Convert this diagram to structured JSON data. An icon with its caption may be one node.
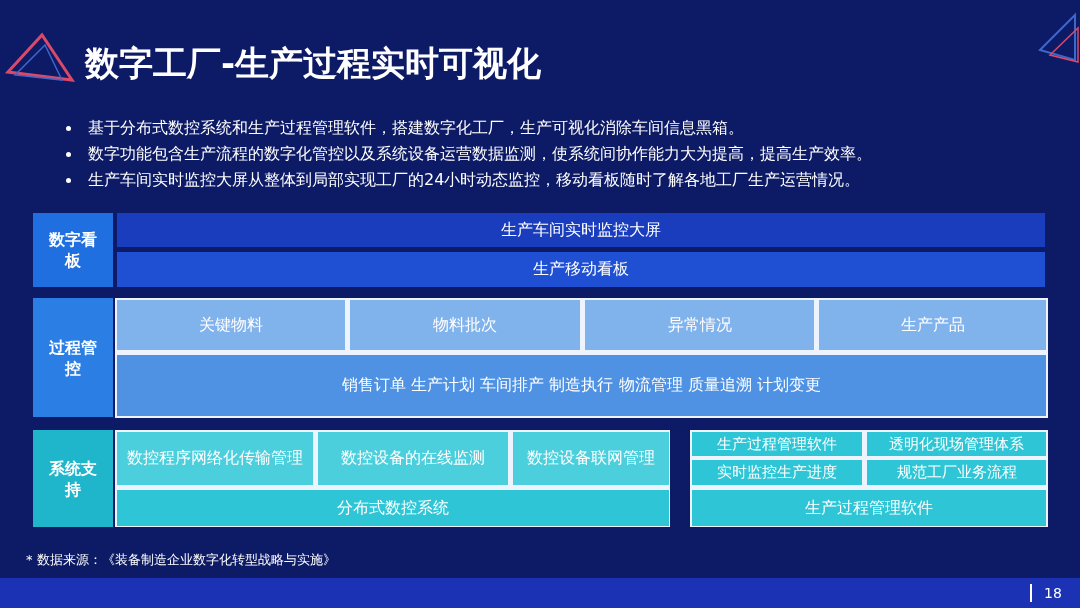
{
  "diagram": {
    "title": "数字工厂-生产过程实时可视化",
    "nodes": [
      {
        "text": [
          "数字看板"
        ]
      },
      {
        "text": [
          "生产车间实时监控大屏"
        ]
      },
      {
        "text": [
          "生产移动看板"
        ]
      },
      {
        "text": [
          "过程管控"
        ]
      },
      {
        "text": [
          "关键物料"
        ]
      },
      {
        "text": [
          "物料批次"
        ]
      },
      {
        "text": [
          "异常情况"
        ]
      },
      {
        "text": [
          "生产产品"
        ]
      },
      {
        "text": [
          "销售订单 生产计划 车间排产 制造执行 物流管理 质量追溯 计划变更"
        ]
      },
      {
        "text": [
          "系统支持"
        ]
      },
      {
        "text": [
          "数控程序网络化传输管理"
        ]
      },
      {
        "text": [
          "数控设备的在线监测"
        ]
      },
      {
        "text": [
          "数控设备联网管理"
        ]
      },
      {
        "text": [
          "分布式数控系统"
        ]
      },
      {
        "text": [
          "生产过程管理软件"
        ]
      },
      {
        "text": [
          "透明化现场管理体系"
        ]
      },
      {
        "text": [
          "实时监控生产进度"
        ]
      },
      {
        "text": [
          "规范工厂业务流程"
        ]
      },
      {
        "text": [
          "生产过程管理软件"
        ]
      }
    ],
    "edges": [],
    "labels": [
      "基于分布式数控系统和生产过程管理软件，搭建数字化工厂，生产可视化消除车间信息黑箱。",
      "数字功能包含生产流程的数字化管控以及系统设备运营数据监测，使系统间协作能力大为提高，提高生产效率。",
      "生产车间实时监控大屏从整体到局部实现工厂的24小时动态监控，移动看板随时了解各地工厂生产运营情况。",
      "* 数据来源：《装备制造企业数字化转型战略与实施》",
      "18"
    ]
  }
}
